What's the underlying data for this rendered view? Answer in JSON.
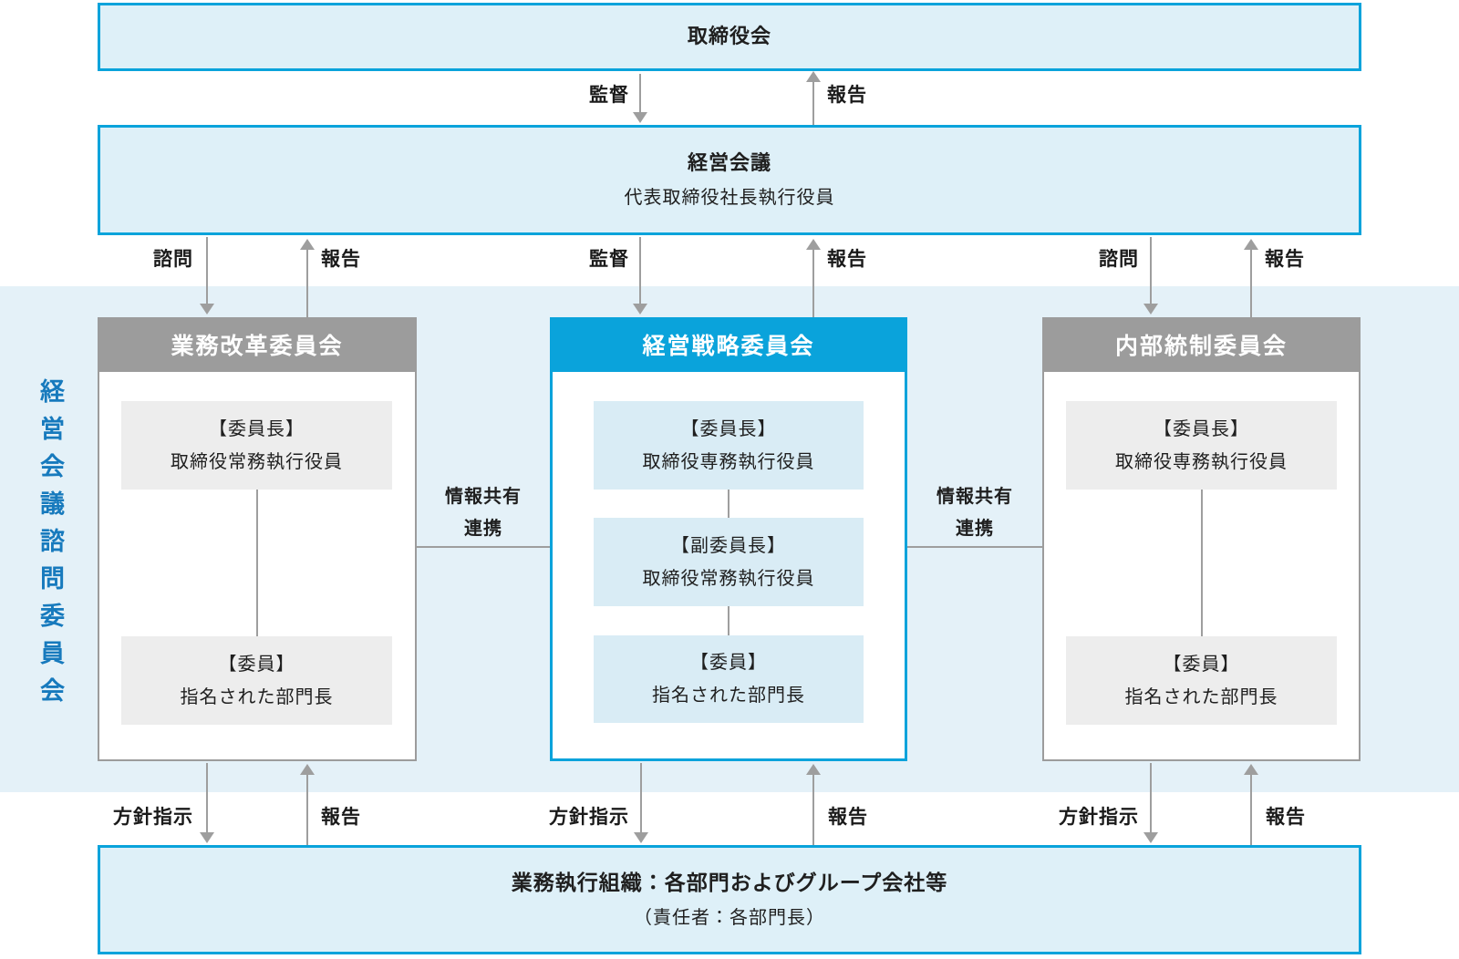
{
  "colors": {
    "accent_cyan": "#0aa3db",
    "box_fill": "#def0f8",
    "band_fill": "#e4f1f8",
    "header_gray": "#9c9c9c",
    "member_gray": "#ededed",
    "member_blue": "#d9ecf5",
    "arrow_gray": "#9e9e9e",
    "side_label_blue": "#177abd"
  },
  "board": {
    "title": "取締役会"
  },
  "management": {
    "title": "経営会議",
    "subtitle": "代表取締役社長執行役員"
  },
  "advisory_band": {
    "label": "経営会議諮問委員会"
  },
  "committees": [
    {
      "name": "業務改革委員会",
      "members": [
        {
          "role": "【委員長】",
          "person": "取締役常務執行役員"
        },
        {
          "role": "【委員】",
          "person": "指名された部門長"
        }
      ]
    },
    {
      "name": "経営戦略委員会",
      "members": [
        {
          "role": "【委員長】",
          "person": "取締役専務執行役員"
        },
        {
          "role": "【副委員長】",
          "person": "取締役常務執行役員"
        },
        {
          "role": "【委員】",
          "person": "指名された部門長"
        }
      ]
    },
    {
      "name": "内部統制委員会",
      "members": [
        {
          "role": "【委員長】",
          "person": "取締役専務執行役員"
        },
        {
          "role": "【委員】",
          "person": "指名された部門長"
        }
      ]
    }
  ],
  "info_share": {
    "line1": "情報共有",
    "line2": "連携"
  },
  "execution": {
    "title": "業務執行組織：各部門およびグループ会社等",
    "subtitle": "（責任者：各部門長）"
  },
  "edge_labels": {
    "supervise": "監督",
    "report": "報告",
    "consult": "諮問",
    "policy": "方針指示"
  }
}
